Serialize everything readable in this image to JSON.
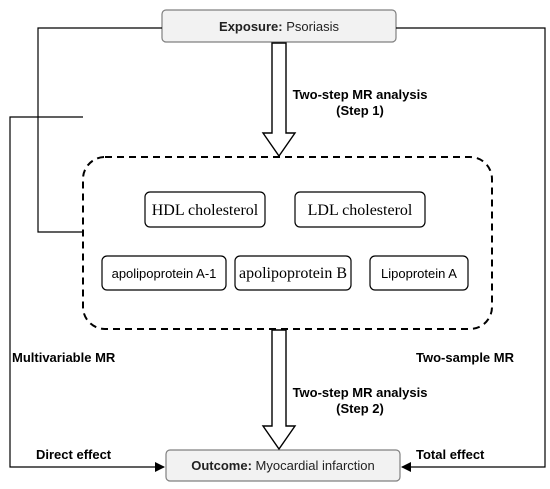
{
  "exposure": {
    "prefix": "Exposure:",
    "value": " Psoriasis"
  },
  "outcome": {
    "prefix": "Outcome:",
    "value": " Myocardial infarction"
  },
  "step1": {
    "line1": "Two-step MR analysis",
    "line2": "(Step 1)"
  },
  "step2": {
    "line1": "Two-step MR analysis",
    "line2": "(Step 2)"
  },
  "mediators": {
    "hdl": "HDL cholesterol",
    "ldl": "LDL cholesterol",
    "apoa1": "apolipoprotein A-1",
    "apob": "apolipoprotein B",
    "lpa": "Lipoprotein A"
  },
  "side_labels": {
    "multivariable": "Multivariable MR",
    "two_sample": "Two-sample MR",
    "direct_effect": "Direct effect",
    "total_effect": "Total effect"
  }
}
